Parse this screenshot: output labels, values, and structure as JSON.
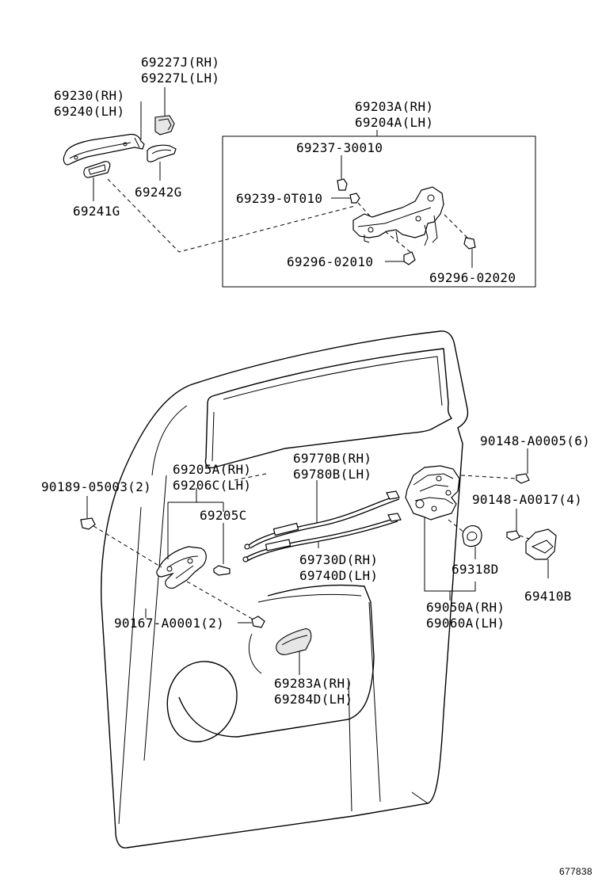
{
  "labels": {
    "p69227j": "69227J(RH)",
    "p69227l": "69227L(LH)",
    "p69230": "69230(RH)",
    "p69240": "69240(LH)",
    "p69242g": "69242G",
    "p69241g": "69241G",
    "p69203a": "69203A(RH)",
    "p69204a": "69204A(LH)",
    "p69237": "69237-30010",
    "p69239": "69239-0T010",
    "p69296_02010": "69296-02010",
    "p69296_02020": "69296-02020",
    "p90148_a0005": "90148-A0005(6)",
    "p69770b": "69770B(RH)",
    "p69780b": "69780B(LH)",
    "p69205a": "69205A(RH)",
    "p69206c": "69206C(LH)",
    "p90189": "90189-05003(2)",
    "p90148_a0017": "90148-A0017(4)",
    "p69205c": "69205C",
    "p69730d": "69730D(RH)",
    "p69740d": "69740D(LH)",
    "p69318d": "69318D",
    "p69410b": "69410B",
    "p69050a": "69050A(RH)",
    "p69060a": "69060A(LH)",
    "p90167": "90167-A0001(2)",
    "p69283a": "69283A(RH)",
    "p69284d": "69284D(LH)",
    "diagram_id": "677838"
  }
}
